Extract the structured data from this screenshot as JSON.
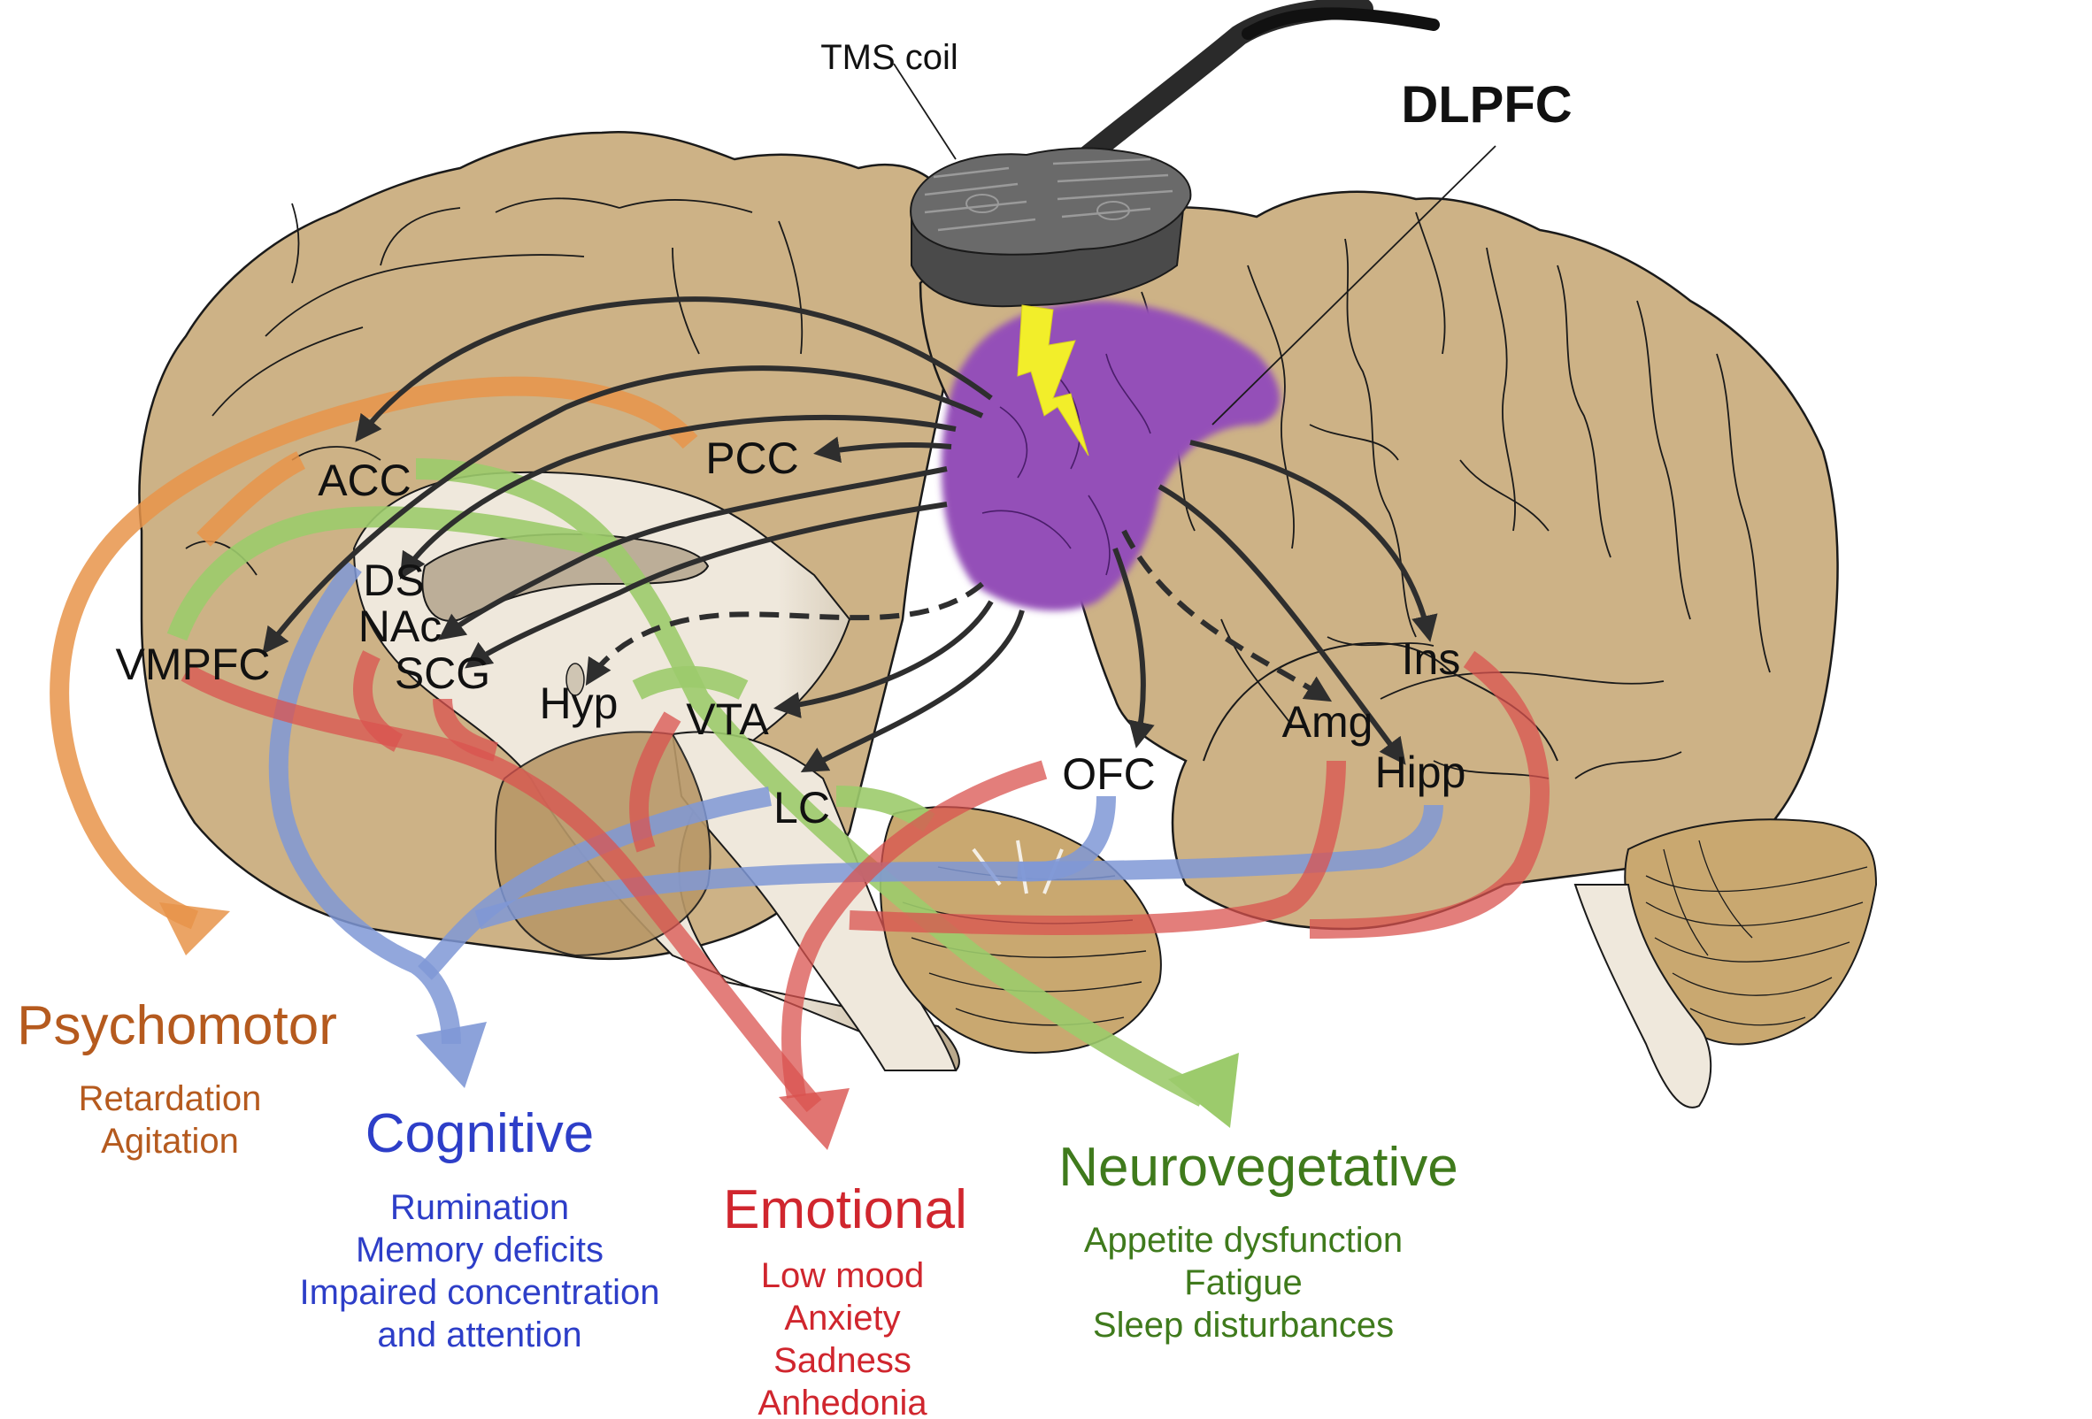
{
  "title": "TMS of DLPFC and depression symptom networks",
  "annotations": {
    "coil": "TMS coil",
    "target": "DLPFC"
  },
  "colors": {
    "brain": "#cdb286",
    "brain_outline": "#1a1a1a",
    "subcortical": "#efe8dc",
    "dlpfc": "#9450b8",
    "coil": "#4a4a4a",
    "bolt": "#f2ee2a",
    "arrow": "#2e2e2e",
    "psychomotor": "#e8944a",
    "cognitive": "#7f98d6",
    "emotional": "#d9534f",
    "neurovegetative": "#9ccb6c"
  },
  "regions": [
    {
      "key": "acc",
      "label": "ACC"
    },
    {
      "key": "pcc",
      "label": "PCC"
    },
    {
      "key": "ds",
      "label": "DS"
    },
    {
      "key": "nac",
      "label": "NAc"
    },
    {
      "key": "vmpfc",
      "label": "VMPFC"
    },
    {
      "key": "scg",
      "label": "SCG"
    },
    {
      "key": "hyp",
      "label": "Hyp"
    },
    {
      "key": "vta",
      "label": "VTA"
    },
    {
      "key": "lc",
      "label": "LC"
    },
    {
      "key": "ofc",
      "label": "OFC"
    },
    {
      "key": "ins",
      "label": "Ins"
    },
    {
      "key": "amg",
      "label": "Amg"
    },
    {
      "key": "hipp",
      "label": "Hipp"
    }
  ],
  "categories": [
    {
      "key": "psychomotor",
      "title": "Psychomotor",
      "color": "#b55a1e",
      "items": [
        "Retardation",
        "Agitation"
      ]
    },
    {
      "key": "cognitive",
      "title": "Cognitive",
      "color": "#2d3ec8",
      "items": [
        "Rumination",
        "Memory deficits",
        "Impaired concentration",
        "and attention"
      ]
    },
    {
      "key": "emotional",
      "title": "Emotional",
      "color": "#d0262e",
      "items": [
        "Low mood",
        "Anxiety",
        "Sadness",
        "Anhedonia"
      ]
    },
    {
      "key": "neurovegetative",
      "title": "Neurovegetative",
      "color": "#3f7a1c",
      "items": [
        "Appetite dysfunction",
        "Fatigue",
        "Sleep disturbances"
      ]
    }
  ]
}
